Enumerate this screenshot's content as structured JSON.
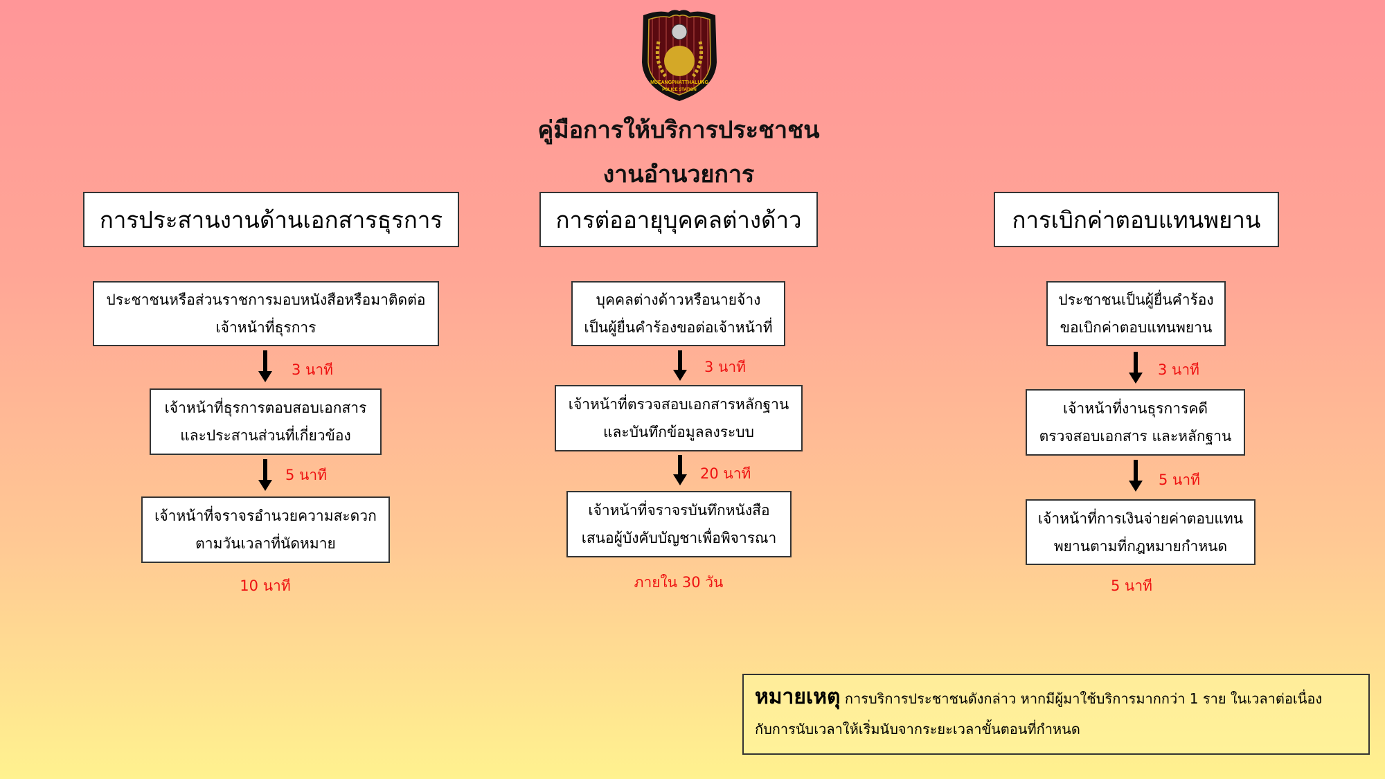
{
  "logo": {
    "text_top": "MUEANGPHATTHALUNG",
    "text_bottom": "POLICE STATION"
  },
  "title": "คู่มือการให้บริการประชาชน",
  "subtitle": "งานอำนวยการ",
  "columns": [
    {
      "header": "การประสานงานด้านเอกสารธุรการ",
      "steps": [
        {
          "line1": "ประชาชนหรือส่วนราชการมอบหนังสือหรือมาติดต่อ",
          "line2": "เจ้าหน้าที่ธุรการ"
        },
        {
          "line1": "เจ้าหน้าที่ธุรการตอบสอบเอกสาร",
          "line2": "และประสานส่วนที่เกี่ยวข้อง"
        },
        {
          "line1": "เจ้าหน้าที่จราจรอำนวยความสะดวก",
          "line2": "ตามวันเวลาที่นัดหมาย"
        }
      ],
      "times": [
        "3 นาที",
        "5 นาที"
      ],
      "final_time": "10 นาที"
    },
    {
      "header": "การต่ออายุบุคคลต่างด้าว",
      "steps": [
        {
          "line1": "บุคคลต่างด้าวหรือนายจ้าง",
          "line2": "เป็นผู้ยื่นคำร้องขอต่อเจ้าหน้าที่"
        },
        {
          "line1": "เจ้าหน้าที่ตรวจสอบเอกสารหลักฐาน",
          "line2": "และบันทึกข้อมูลลงระบบ"
        },
        {
          "line1": "เจ้าหน้าที่จราจรบันทึกหนังสือ",
          "line2": "เสนอผู้บังคับบัญชาเพื่อพิจารณา"
        }
      ],
      "times": [
        "3 นาที",
        "20 นาที"
      ],
      "final_time": "ภายใน 30 วัน"
    },
    {
      "header": "การเบิกค่าตอบแทนพยาน",
      "steps": [
        {
          "line1": "ประชาชนเป็นผู้ยื่นคำร้อง",
          "line2": "ขอเบิกค่าตอบแทนพยาน"
        },
        {
          "line1": "เจ้าหน้าที่งานธุรการคดี",
          "line2": "ตรวจสอบเอกสาร และหลักฐาน"
        },
        {
          "line1": "เจ้าหน้าที่การเงินจ่ายค่าตอบแทน",
          "line2": "พยานตามที่กฎหมายกำหนด"
        }
      ],
      "times": [
        "3 นาที",
        "5 นาที"
      ],
      "final_time": "5 นาที"
    }
  ],
  "note": {
    "label": "หมายเหตุ",
    "line1": "การบริการประชาชนดังกล่าว หากมีผู้มาใช้บริการมากกว่า 1 ราย ในเวลาต่อเนื่อง",
    "line2": "กับการนับเวลาให้เริ่มนับจากระยะเวลาขั้นตอนที่กำหนด"
  },
  "colors": {
    "time_text": "#ee1111",
    "bg_top": "#ff9698",
    "bg_bottom": "#fff28f"
  }
}
